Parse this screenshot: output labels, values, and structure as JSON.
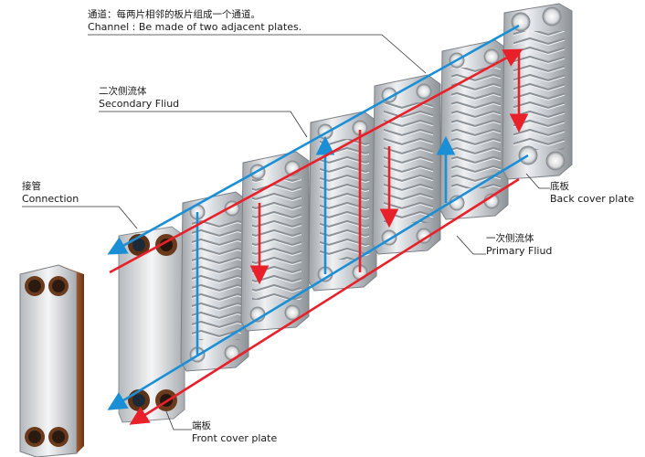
{
  "labels": {
    "channel": {
      "zh": "通道：每两片相邻的板片组成一个通道。",
      "en": "Channel : Be made of two adjacent plates."
    },
    "secondary": {
      "zh": "二次侧流体",
      "en": "Secondary Fliud"
    },
    "connection": {
      "zh": "接管",
      "en": "Connection"
    },
    "primary": {
      "zh": "一次侧流体",
      "en": "Primary Fliud"
    },
    "back_cover": {
      "zh": "底板",
      "en": "Back cover plate"
    },
    "front_cover": {
      "zh": "端板",
      "en": "Front cover plate"
    }
  },
  "colors": {
    "primary_flow": "#e8202a",
    "secondary_flow": "#1b8fd6",
    "plate": "#c9ccd0",
    "copper": "#b8683a",
    "leader": "#333333"
  }
}
